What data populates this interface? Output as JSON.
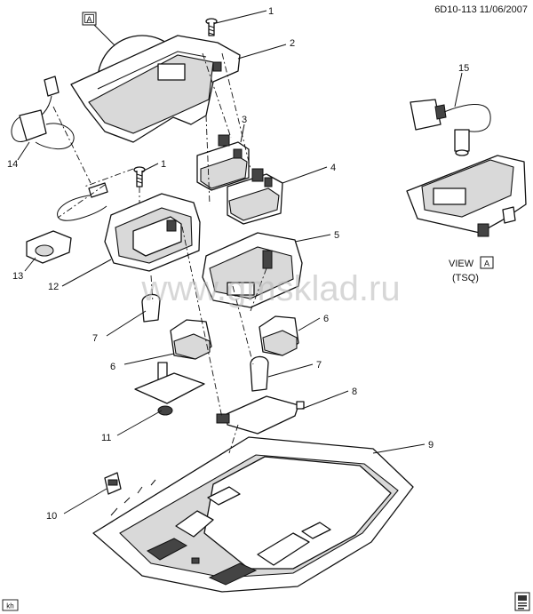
{
  "header": {
    "doc_code": "6D10-113",
    "date": "11/06/2007"
  },
  "view_ref": {
    "tag": "A",
    "view_label": "VIEW",
    "view_tag": "A",
    "view_note": "(TSQ)"
  },
  "callouts": [
    "1",
    "2",
    "3",
    "4",
    "1",
    "5",
    "6",
    "7",
    "6",
    "7",
    "8",
    "9",
    "10",
    "11",
    "12",
    "13",
    "14",
    "15"
  ],
  "watermark": "www.gmsklad.ru",
  "footer": {
    "initials": "kh"
  }
}
